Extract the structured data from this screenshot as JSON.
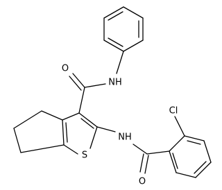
{
  "molecule": {
    "atom_labels": {
      "oxygen_amide": "O",
      "nitrogen_anilide": "NH",
      "nitrogen_benzamide": "NH",
      "sulfur": "S",
      "oxygen_benzamide": "O",
      "chlorine": "Cl"
    }
  }
}
